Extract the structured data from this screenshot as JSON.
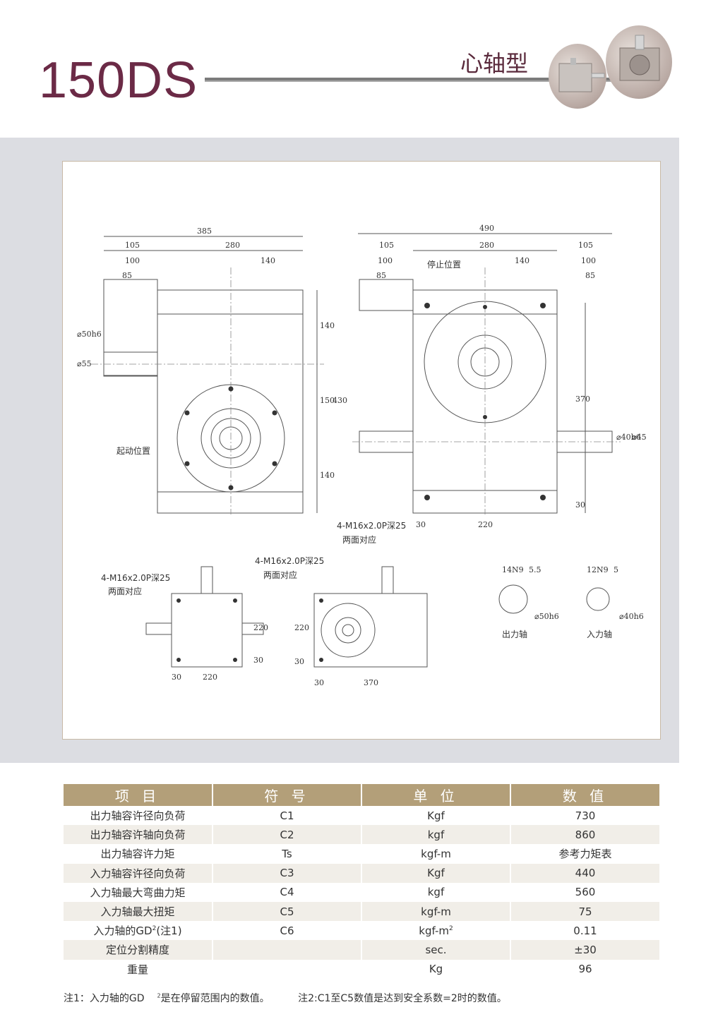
{
  "header": {
    "model": "150DS",
    "subtitle": "心轴型"
  },
  "drawing": {
    "labels": {
      "start_position": "起动位置",
      "stop_position": "停止位置",
      "tap_hole_1": "4-M16x2.0P深25",
      "tap_hole_1_note": "两面对应",
      "tap_hole_2": "4-M16x2.0P深25",
      "tap_hole_2_note": "两面对应",
      "tap_hole_3": "4-M16x2.0P深25",
      "tap_hole_3_note": "两面对应",
      "output_shaft": "出力轴",
      "input_shaft": "入力轴"
    },
    "dims": {
      "d385": "385",
      "d105a": "105",
      "d280a": "280",
      "d100a": "100",
      "d85a": "85",
      "d140a": "140",
      "d490": "490",
      "d105b": "105",
      "d280b": "280",
      "d105c": "105",
      "d100b": "100",
      "d85b": "85",
      "d140b": "140",
      "d100c": "100",
      "d85c": "85",
      "phi50h6": "⌀50h6",
      "phi55": "⌀55",
      "v140a": "140",
      "v150": "150",
      "v430": "430",
      "v140b": "140",
      "v370": "370",
      "v30a": "30",
      "phi40h6": "⌀40h6",
      "phi45": "⌀45",
      "h30a": "30",
      "h220a": "220",
      "s220a": "220",
      "s30a": "30",
      "s30b": "30",
      "s220b": "220",
      "f220": "220",
      "f30": "30",
      "f30b": "30",
      "f370": "370",
      "k14n9": "14N9",
      "k55": "5.5",
      "kphi50": "⌀50h6",
      "k12n9": "12N9",
      "k5": "5",
      "kphi40": "⌀40h6"
    }
  },
  "table": {
    "headers": [
      "项 目",
      "符 号",
      "单 位",
      "数 值"
    ],
    "rows": [
      {
        "item": "出力轴容许径向负荷",
        "symbol": "C1",
        "unit": "Kgf",
        "value": "730"
      },
      {
        "item": "出力轴容许轴向负荷",
        "symbol": "C2",
        "unit": "kgf",
        "value": "860"
      },
      {
        "item": "出力轴容许力矩",
        "symbol": "Ts",
        "unit": "kgf-m",
        "value": "参考力矩表"
      },
      {
        "item": "入力轴容许径向负荷",
        "symbol": "C3",
        "unit": "Kgf",
        "value": "440"
      },
      {
        "item": "入力轴最大弯曲力矩",
        "symbol": "C4",
        "unit": "kgf",
        "value": "560"
      },
      {
        "item": "入力轴最大扭矩",
        "symbol": "C5",
        "unit": "kgf-m",
        "value": "75"
      },
      {
        "item": "入力轴的GD",
        "item_sup": "2",
        "item_suffix": "(注1)",
        "symbol": "C6",
        "unit": "kgf-m",
        "unit_sup": "2",
        "value": "0.11"
      },
      {
        "item": "定位分割精度",
        "symbol": "",
        "unit": "sec.",
        "value": "±30"
      },
      {
        "item": "重量",
        "symbol": "",
        "unit": "Kg",
        "value": "96"
      }
    ]
  },
  "footnote": {
    "note1_prefix": "注1：入力轴的GD",
    "note1_sup": "2",
    "note1_suffix": "是在停留范围内的数值。",
    "note2": "注2:C1至C5数值是达到安全系数=2时的数值。"
  },
  "colors": {
    "title": "#6b2a46",
    "table_header": "#b39f79",
    "band": "#dcdde2",
    "frame_border": "#c8b9a6"
  }
}
